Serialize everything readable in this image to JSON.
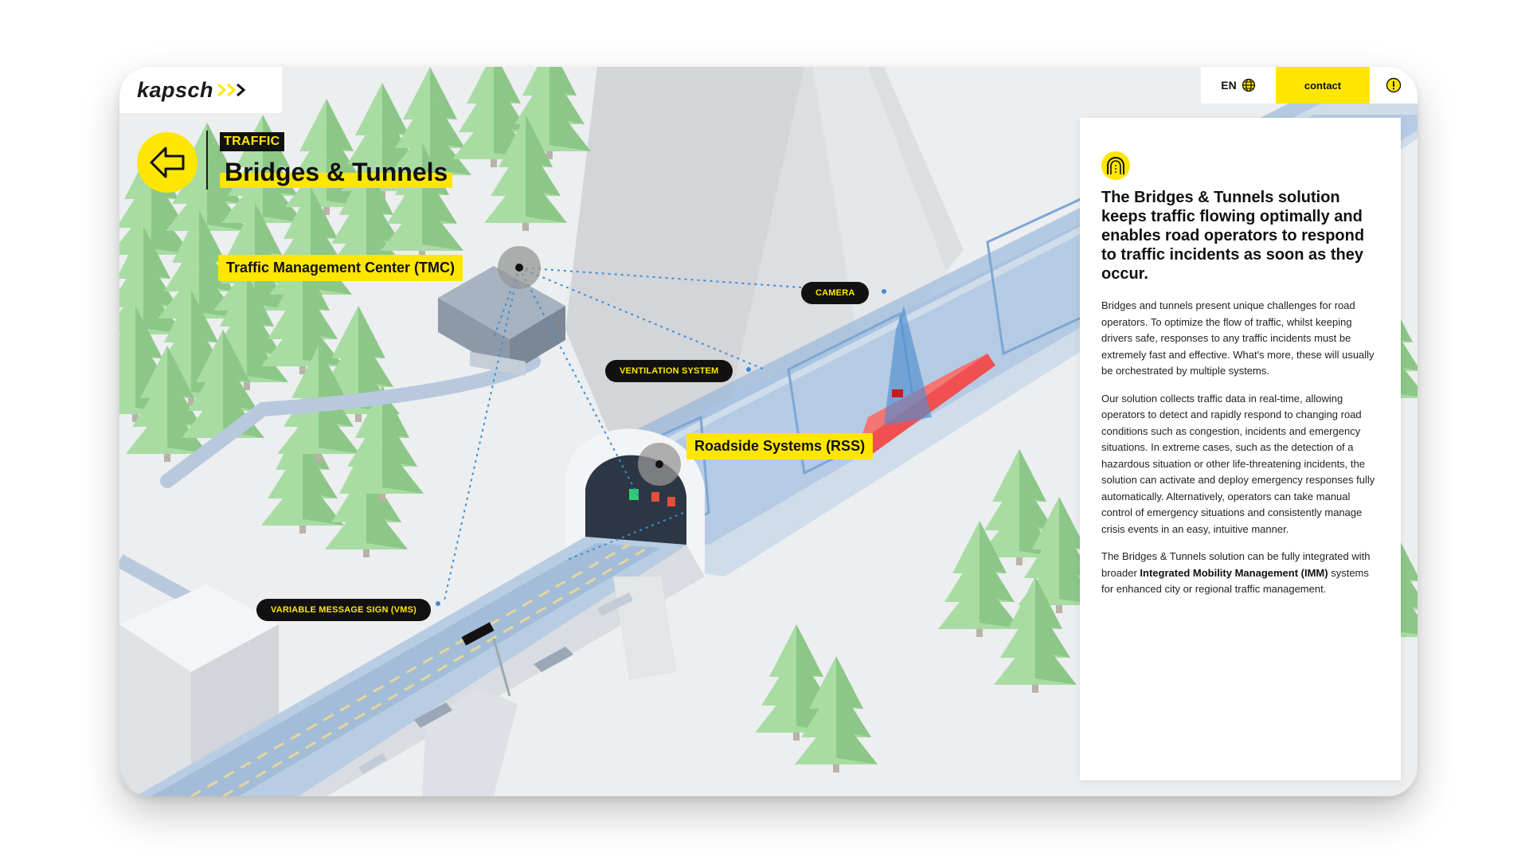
{
  "brand": {
    "name": "kapsch"
  },
  "header": {
    "category": "TRAFFIC",
    "title": "Bridges & Tunnels"
  },
  "nav": {
    "language": "EN",
    "contact_label": "contact"
  },
  "map_labels": {
    "tmc": "Traffic Management Center (TMC)",
    "rss": "Roadside Systems (RSS)",
    "camera": "CAMERA",
    "ventilation": "VENTILATION SYSTEM",
    "vms": "VARIABLE MESSAGE SIGN (VMS)"
  },
  "panel": {
    "heading": "The Bridges & Tunnels solution keeps traffic flowing optimally and enables road operators to respond to traffic incidents as soon as they occur.",
    "p1": "Bridges and tunnels present unique challenges for road operators. To optimize the flow of traffic, whilst keeping drivers safe, responses to any traffic incidents must be extremely fast and effective. What's more, these will usually be orchestrated by multiple systems.",
    "p2": "Our solution collects traffic data in real-time, allowing operators to detect and rapidly respond to changing road conditions such as congestion, incidents and emergency situations. In extreme cases, such as the detection of a hazardous situation or other life-threatening incidents, the solution can activate and deploy emergency responses fully automatically. Alternatively, operators can take manual control of emergency situations and consistently manage crisis events in an easy, intuitive manner.",
    "p3_before": "The Bridges & Tunnels solution can be fully integrated with broader ",
    "p3_bold": "Integrated Mobility Management (IMM)",
    "p3_after": " systems for enhanced city or regional traffic management."
  },
  "colors": {
    "accent_yellow": "#ffe600",
    "label_black": "#111111",
    "tree_green": "#9fd49b",
    "road_blue": "#9ab7d6",
    "incident_red": "#f05050"
  },
  "icons": [
    "back-arrow-icon",
    "globe-icon",
    "alert-icon",
    "tunnel-icon",
    "kapsch-chevrons-icon"
  ]
}
